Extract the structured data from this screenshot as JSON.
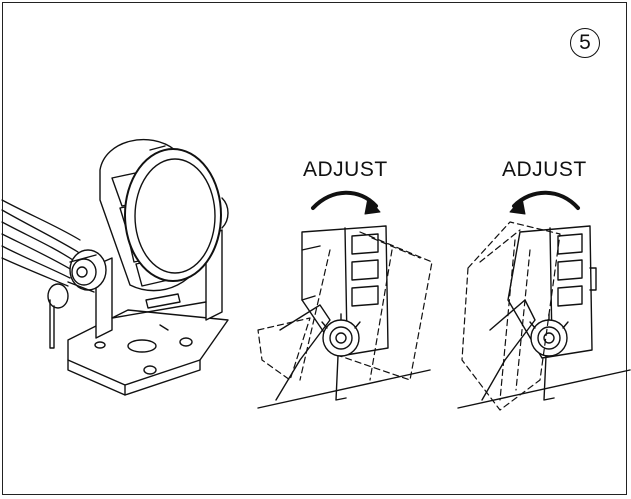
{
  "step": {
    "number": "5"
  },
  "labels": {
    "adjust_1": "ADJUST",
    "adjust_2": "ADJUST"
  },
  "colors": {
    "line": "#111111",
    "background": "#ffffff"
  }
}
